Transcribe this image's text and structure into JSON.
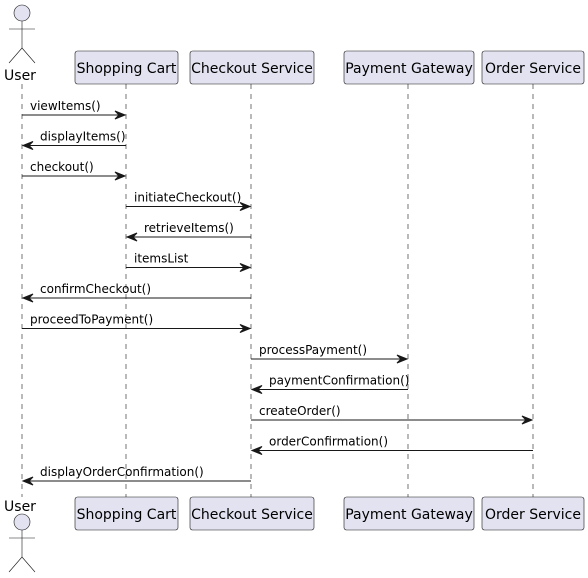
{
  "actor": {
    "label": "User"
  },
  "participants": [
    {
      "id": "cart",
      "label": "Shopping Cart"
    },
    {
      "id": "checkout",
      "label": "Checkout Service"
    },
    {
      "id": "payment",
      "label": "Payment Gateway"
    },
    {
      "id": "order",
      "label": "Order Service"
    }
  ],
  "messages": [
    {
      "from": "user",
      "to": "cart",
      "label": "viewItems()"
    },
    {
      "from": "cart",
      "to": "user",
      "label": "displayItems()"
    },
    {
      "from": "user",
      "to": "cart",
      "label": "checkout()"
    },
    {
      "from": "cart",
      "to": "checkout",
      "label": "initiateCheckout()"
    },
    {
      "from": "checkout",
      "to": "cart",
      "label": "retrieveItems()"
    },
    {
      "from": "cart",
      "to": "checkout",
      "label": "itemsList"
    },
    {
      "from": "checkout",
      "to": "user",
      "label": "confirmCheckout()"
    },
    {
      "from": "user",
      "to": "checkout",
      "label": "proceedToPayment()"
    },
    {
      "from": "checkout",
      "to": "payment",
      "label": "processPayment()"
    },
    {
      "from": "payment",
      "to": "checkout",
      "label": "paymentConfirmation()"
    },
    {
      "from": "checkout",
      "to": "order",
      "label": "createOrder()"
    },
    {
      "from": "order",
      "to": "checkout",
      "label": "orderConfirmation()"
    },
    {
      "from": "checkout",
      "to": "user",
      "label": "displayOrderConfirmation()"
    }
  ],
  "colors": {
    "participant_fill": "#e2e2f0",
    "line": "#181818",
    "text": "#000000"
  }
}
